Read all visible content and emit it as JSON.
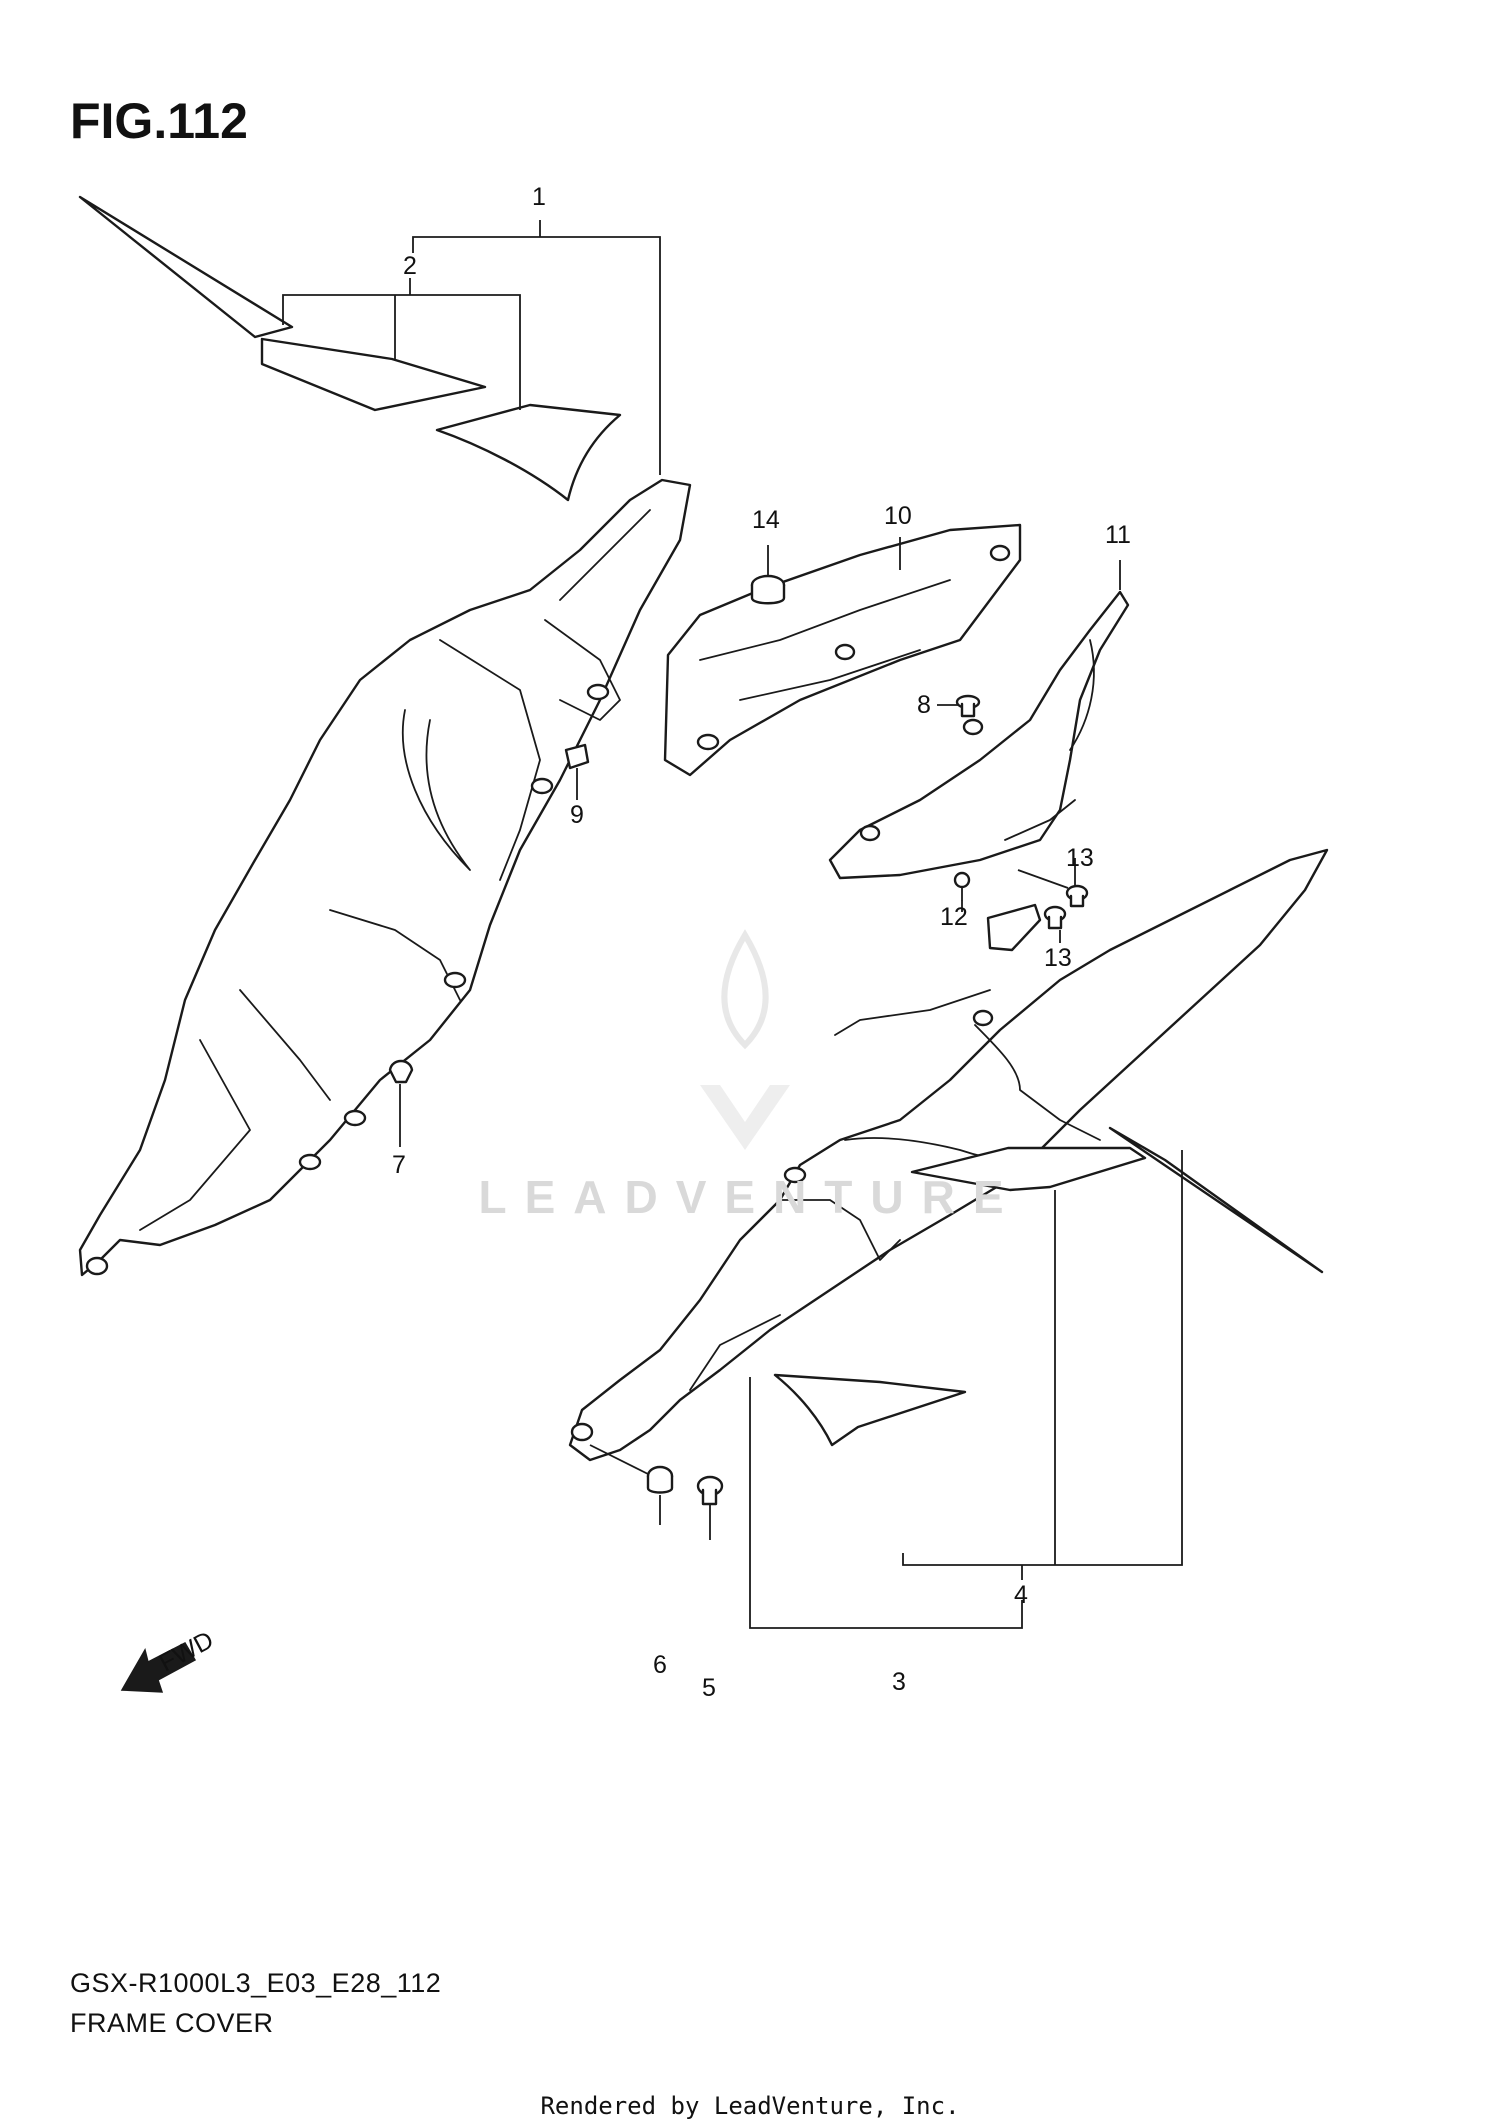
{
  "figure": {
    "title": "FIG.112"
  },
  "footer": {
    "model_code": "GSX-R1000L3_E03_E28_112",
    "section_name": "FRAME COVER",
    "credit": "Rendered by LeadVenture, Inc."
  },
  "watermark": {
    "text": "LEADVENTURE"
  },
  "fwd_arrow": {
    "label": "FWD"
  },
  "callouts": {
    "c1": "1",
    "c2": "2",
    "c3": "3",
    "c4": "4",
    "c5": "5",
    "c6": "6",
    "c7": "7",
    "c8": "8",
    "c9": "9",
    "c10": "10",
    "c11": "11",
    "c12": "12",
    "c13a": "13",
    "c13b": "13",
    "c14": "14"
  }
}
